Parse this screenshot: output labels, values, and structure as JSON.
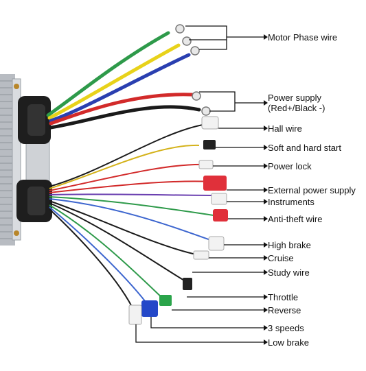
{
  "labels": {
    "motor_phase": "Motor Phase wire",
    "power_supply": "Power supply",
    "power_supply_sub": "(Red+/Black -)",
    "hall": "Hall wire",
    "soft_hard_start": "Soft and hard start",
    "power_lock": "Power lock",
    "external_power": "External power supply",
    "instruments": "Instruments",
    "anti_theft": "Anti-theft wire",
    "high_brake": "High brake",
    "cruise": "Cruise",
    "study": "Study wire",
    "throttle": "Throttle",
    "reverse": "Reverse",
    "three_speeds": "3 speeds",
    "low_brake": "Low brake"
  },
  "colors": {
    "phase_green": "#2e9a4a",
    "phase_yellow": "#e8d21a",
    "phase_blue": "#2a3fb0",
    "power_red": "#d22a2a",
    "power_black": "#1a1a1a",
    "housing": "#c9ccd1",
    "connector_red": "#e0303a",
    "connector_blue": "#2448c8",
    "connector_green": "#2aa44a",
    "connector_white": "#f2f2f2",
    "connector_black": "#222222"
  }
}
